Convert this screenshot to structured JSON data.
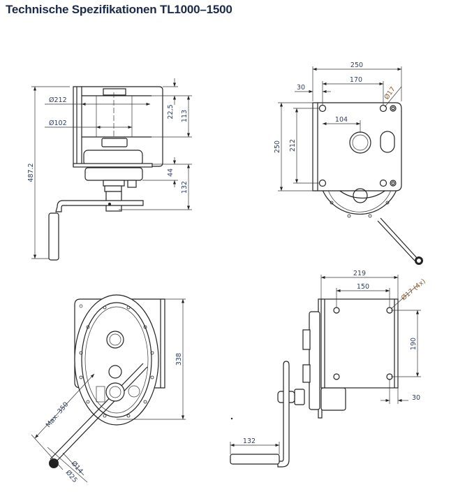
{
  "title": "Technische Spezifikationen TL1000–1500",
  "side_view": {
    "dims": {
      "height_total": "487.2",
      "drum_diameter": "Ø212",
      "core_diameter": "Ø102",
      "top_offset": "22,5",
      "drum_width": "113",
      "gear_height": "44",
      "crank_offset": "132"
    }
  },
  "front_view": {
    "dims": {
      "width": "250",
      "hole_spacing_x": "170",
      "edge_offset": "30",
      "hole_diameter": "Ø17",
      "center_offset": "104",
      "height": "250",
      "hole_spacing_y": "212"
    }
  },
  "rear_view": {
    "dims": {
      "height": "338",
      "crank_radius": "Max. 350",
      "shaft_diameter": "Ø14",
      "knob_diameter": "Ø25"
    }
  },
  "mount_view": {
    "dims": {
      "width": "219",
      "hole_spacing_x": "150",
      "hole_diameter": "Ø17 (4x)",
      "hole_spacing_y": "190",
      "edge_offset": "30",
      "handle_length": "132"
    }
  }
}
